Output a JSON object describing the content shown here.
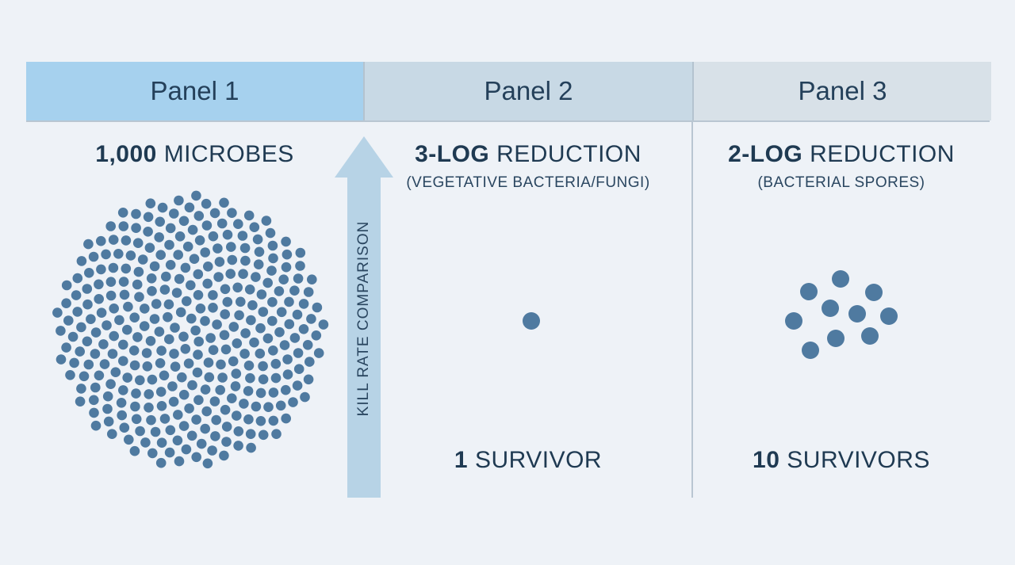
{
  "panels": [
    {
      "title": "Panel 1"
    },
    {
      "title": "Panel 2"
    },
    {
      "title": "Panel 3"
    }
  ],
  "panel1": {
    "count": "1,000",
    "label": "MICROBES",
    "microbe_count": 1000
  },
  "panel2": {
    "log": "3-LOG",
    "label": "REDUCTION",
    "subtitle": "(VEGETATIVE BACTERIA/FUNGI)",
    "survivor_count": "1",
    "survivor_label": "SURVIVOR",
    "survivors": 1
  },
  "panel3": {
    "log": "2-LOG",
    "label": "REDUCTION",
    "subtitle": "(BACTERIAL SPORES)",
    "survivor_count": "10",
    "survivor_label": "SURVIVORS",
    "survivors": 10
  },
  "arrow": {
    "label": "KILL RATE COMPARISON"
  },
  "colors": {
    "microbe": "#4f7aa0",
    "arrow": "#b7d3e6",
    "panel1_header": "#a6d1ee"
  }
}
